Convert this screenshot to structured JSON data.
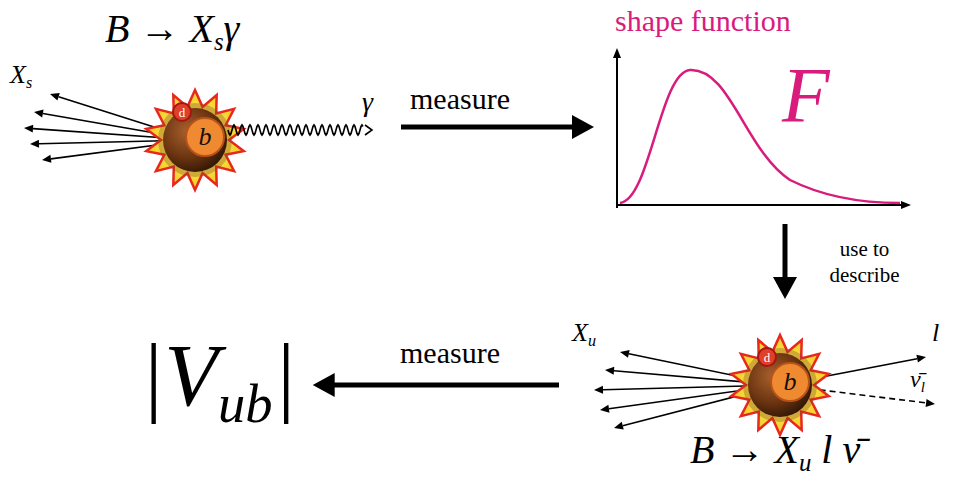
{
  "diagram": {
    "nodes": [
      {
        "text": [
          "B → Xsγ"
        ]
      },
      {
        "text": [
          "d"
        ],
        "in": 0
      },
      {
        "text": [
          "b"
        ],
        "in": 0
      },
      {
        "text": [
          "shape function",
          "F"
        ]
      },
      {
        "text": [
          "B → Xu l ν̄"
        ]
      },
      {
        "text": [
          "d"
        ],
        "in": 4
      },
      {
        "text": [
          "b"
        ],
        "in": 4
      },
      {
        "text": [
          "|Vub|"
        ]
      }
    ],
    "edges": [
      {
        "from": 0,
        "to": 3,
        "arrow": "to",
        "label": "measure"
      },
      {
        "from": 3,
        "to": 4,
        "arrow": "to",
        "label": "use to describe"
      },
      {
        "from": 4,
        "to": 7,
        "arrow": "to",
        "label": "measure"
      }
    ],
    "labels": [
      "Xs",
      "γ",
      "Xu",
      "l",
      "ν̄l"
    ]
  }
}
